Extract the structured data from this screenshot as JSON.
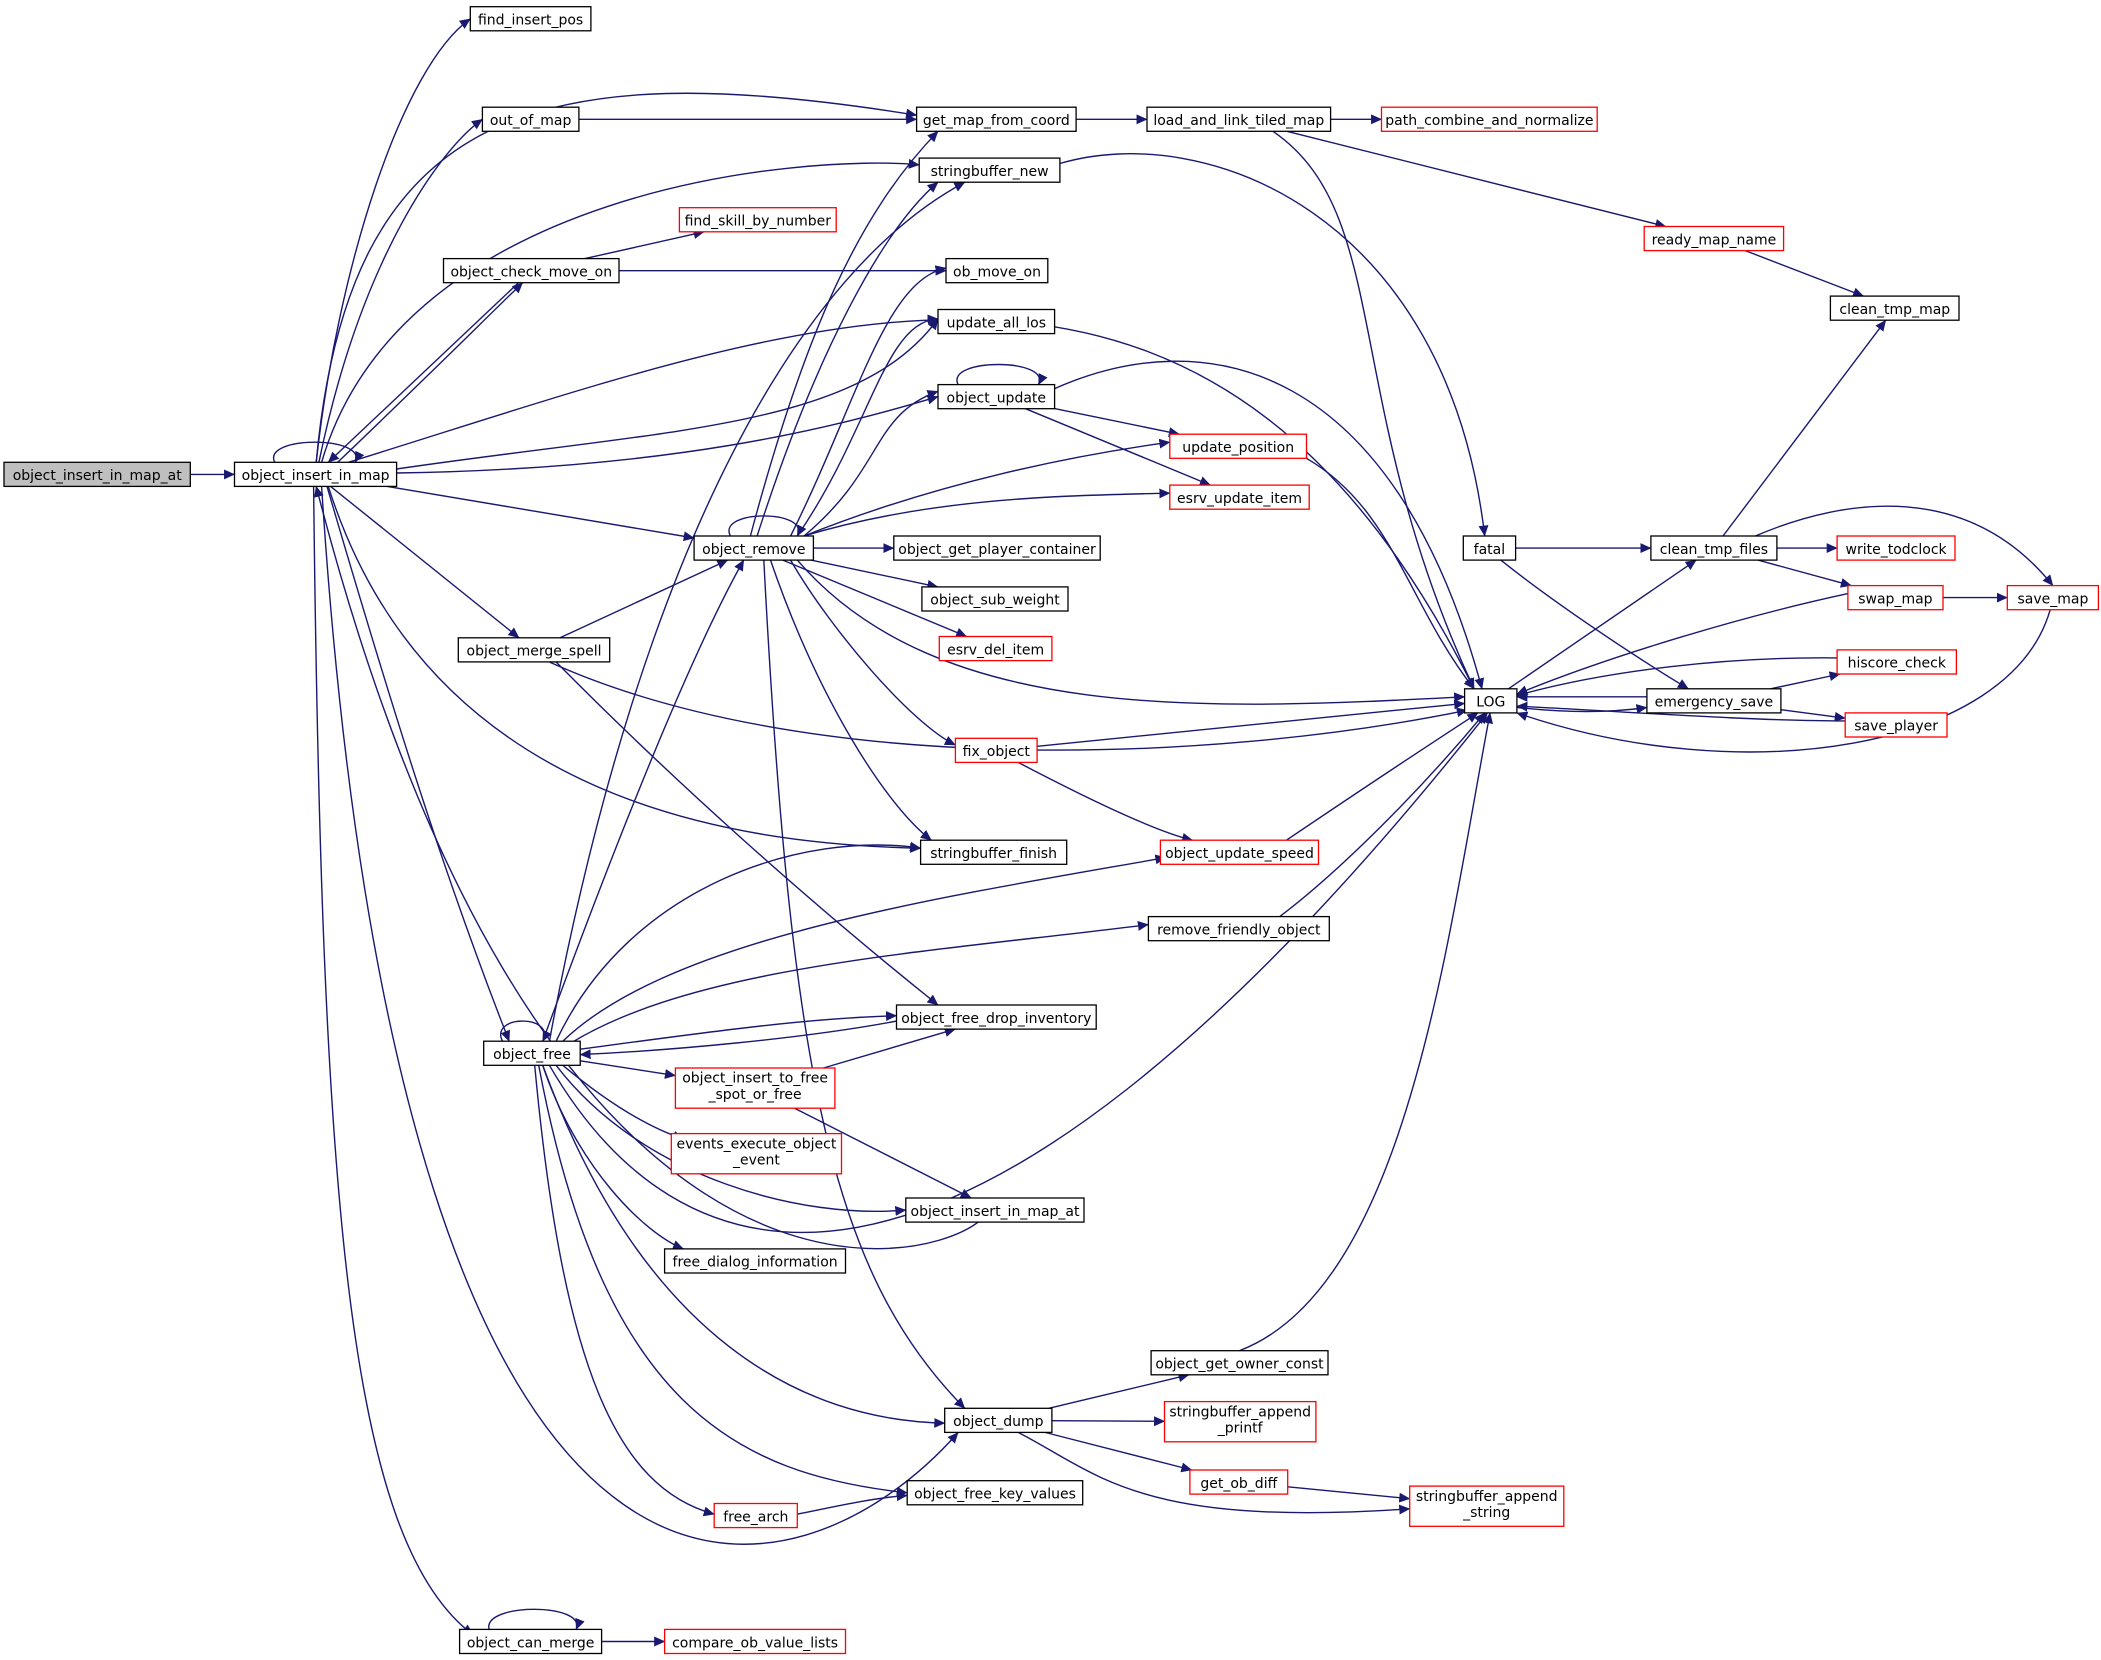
{
  "colors": {
    "edge": "#191970",
    "node_border": "#000000",
    "node_border_external": "#ff0000",
    "root_fill": "#bfbfbf",
    "background": "#ffffff"
  },
  "nodes": {
    "root": [
      "object_insert_in_map_at"
    ],
    "n_insert_in_map": [
      "object_insert_in_map"
    ],
    "n_find_insert_pos": [
      "find_insert_pos"
    ],
    "n_out_of_map": [
      "out_of_map"
    ],
    "n_get_map_from_coord": [
      "get_map_from_coord"
    ],
    "n_load_and_link": [
      "load_and_link_tiled_map"
    ],
    "n_path_combine": [
      "path_combine_and_normalize"
    ],
    "n_stringbuffer_new": [
      "stringbuffer_new"
    ],
    "n_find_skill": [
      "find_skill_by_number"
    ],
    "n_check_move_on": [
      "object_check_move_on"
    ],
    "n_ob_move_on": [
      "ob_move_on"
    ],
    "n_update_all_los": [
      "update_all_los"
    ],
    "n_ready_map_name": [
      "ready_map_name"
    ],
    "n_clean_tmp_map": [
      "clean_tmp_map"
    ],
    "n_object_update": [
      "object_update"
    ],
    "n_update_position": [
      "update_position"
    ],
    "n_esrv_update_item": [
      "esrv_update_item"
    ],
    "n_object_remove": [
      "object_remove"
    ],
    "n_get_player_container": [
      "object_get_player_container"
    ],
    "n_sub_weight": [
      "object_sub_weight"
    ],
    "n_esrv_del_item": [
      "esrv_del_item"
    ],
    "n_fatal": [
      "fatal"
    ],
    "n_clean_tmp_files": [
      "clean_tmp_files"
    ],
    "n_write_todclock": [
      "write_todclock"
    ],
    "n_swap_map": [
      "swap_map"
    ],
    "n_save_map": [
      "save_map"
    ],
    "n_hiscore_check": [
      "hiscore_check"
    ],
    "n_log": [
      "LOG"
    ],
    "n_emergency_save": [
      "emergency_save"
    ],
    "n_save_player": [
      "save_player"
    ],
    "n_merge_spell": [
      "object_merge_spell"
    ],
    "n_fix_object": [
      "fix_object"
    ],
    "n_sb_finish": [
      "stringbuffer_finish"
    ],
    "n_update_speed": [
      "object_update_speed"
    ],
    "n_remove_friendly": [
      "remove_friendly_object"
    ],
    "n_free_drop_inv": [
      "object_free_drop_inventory"
    ],
    "n_object_free": [
      "object_free"
    ],
    "n_insert_to_free": [
      "object_insert_to_free",
      "_spot_or_free"
    ],
    "n_events_execute": [
      "events_execute_object",
      "_event"
    ],
    "n_insert_in_map_at2": [
      "object_insert_in_map_at"
    ],
    "n_free_dialog": [
      "free_dialog_information"
    ],
    "n_get_owner_const": [
      "object_get_owner_const"
    ],
    "n_object_dump": [
      "object_dump"
    ],
    "n_sb_append_printf": [
      "stringbuffer_append",
      "_printf"
    ],
    "n_get_ob_diff": [
      "get_ob_diff"
    ],
    "n_sb_append_string": [
      "stringbuffer_append",
      "_string"
    ],
    "n_free_arch": [
      "free_arch"
    ],
    "n_free_key_values": [
      "object_free_key_values"
    ],
    "n_can_merge": [
      "object_can_merge"
    ],
    "n_compare_ob_value_lists": [
      "compare_ob_value_lists"
    ]
  },
  "edges": [
    [
      "root",
      "n_insert_in_map"
    ],
    [
      "n_insert_in_map",
      "n_insert_in_map"
    ],
    [
      "n_insert_in_map",
      "n_find_insert_pos"
    ],
    [
      "n_insert_in_map",
      "n_get_map_from_coord"
    ],
    [
      "n_insert_in_map",
      "n_out_of_map"
    ],
    [
      "n_insert_in_map",
      "n_stringbuffer_new"
    ],
    [
      "n_insert_in_map",
      "n_check_move_on"
    ],
    [
      "n_insert_in_map",
      "n_log"
    ],
    [
      "n_insert_in_map",
      "n_update_all_los"
    ],
    [
      "n_insert_in_map",
      "n_object_update"
    ],
    [
      "n_insert_in_map",
      "n_object_remove"
    ],
    [
      "n_insert_in_map",
      "n_merge_spell"
    ],
    [
      "n_insert_in_map",
      "n_sb_finish"
    ],
    [
      "n_insert_in_map",
      "n_object_free"
    ],
    [
      "n_insert_in_map",
      "n_object_dump"
    ],
    [
      "n_insert_in_map",
      "n_can_merge"
    ],
    [
      "n_out_of_map",
      "n_get_map_from_coord"
    ],
    [
      "n_get_map_from_coord",
      "n_load_and_link"
    ],
    [
      "n_load_and_link",
      "n_path_combine"
    ],
    [
      "n_load_and_link",
      "n_ready_map_name"
    ],
    [
      "n_load_and_link",
      "n_log"
    ],
    [
      "n_ready_map_name",
      "n_clean_tmp_map"
    ],
    [
      "n_stringbuffer_new",
      "n_fatal"
    ],
    [
      "n_check_move_on",
      "n_find_skill"
    ],
    [
      "n_check_move_on",
      "n_ob_move_on"
    ],
    [
      "n_check_move_on",
      "n_insert_in_map"
    ],
    [
      "n_object_update",
      "n_object_update"
    ],
    [
      "n_object_update",
      "n_update_position"
    ],
    [
      "n_object_update",
      "n_esrv_update_item"
    ],
    [
      "n_object_update",
      "n_log"
    ],
    [
      "n_update_position",
      "n_log"
    ],
    [
      "n_object_remove",
      "n_object_remove"
    ],
    [
      "n_object_remove",
      "n_get_map_from_coord"
    ],
    [
      "n_object_remove",
      "n_stringbuffer_new"
    ],
    [
      "n_object_remove",
      "n_ob_move_on"
    ],
    [
      "n_object_remove",
      "n_update_all_los"
    ],
    [
      "n_object_remove",
      "n_object_update"
    ],
    [
      "n_object_remove",
      "n_update_position"
    ],
    [
      "n_object_remove",
      "n_esrv_update_item"
    ],
    [
      "n_object_remove",
      "n_get_player_container"
    ],
    [
      "n_object_remove",
      "n_sub_weight"
    ],
    [
      "n_object_remove",
      "n_esrv_del_item"
    ],
    [
      "n_object_remove",
      "n_log"
    ],
    [
      "n_object_remove",
      "n_fix_object"
    ],
    [
      "n_object_remove",
      "n_sb_finish"
    ],
    [
      "n_object_remove",
      "n_object_dump"
    ],
    [
      "n_fix_object",
      "n_log"
    ],
    [
      "n_fix_object",
      "n_update_speed"
    ],
    [
      "n_update_speed",
      "n_log"
    ],
    [
      "n_remove_friendly",
      "n_log"
    ],
    [
      "n_fatal",
      "n_clean_tmp_files"
    ],
    [
      "n_fatal",
      "n_emergency_save"
    ],
    [
      "n_clean_tmp_files",
      "n_clean_tmp_map"
    ],
    [
      "n_clean_tmp_files",
      "n_write_todclock"
    ],
    [
      "n_clean_tmp_files",
      "n_swap_map"
    ],
    [
      "n_clean_tmp_files",
      "n_save_map"
    ],
    [
      "n_swap_map",
      "n_save_map"
    ],
    [
      "n_swap_map",
      "n_log"
    ],
    [
      "n_save_map",
      "n_log"
    ],
    [
      "n_log",
      "n_clean_tmp_files"
    ],
    [
      "n_log",
      "n_emergency_save"
    ],
    [
      "n_emergency_save",
      "n_log"
    ],
    [
      "n_emergency_save",
      "n_hiscore_check"
    ],
    [
      "n_emergency_save",
      "n_save_player"
    ],
    [
      "n_hiscore_check",
      "n_log"
    ],
    [
      "n_save_player",
      "n_log"
    ],
    [
      "n_merge_spell",
      "n_object_remove"
    ],
    [
      "n_merge_spell",
      "n_log"
    ],
    [
      "n_merge_spell",
      "n_free_drop_inv"
    ],
    [
      "n_object_free",
      "n_object_free"
    ],
    [
      "n_object_free",
      "n_stringbuffer_new"
    ],
    [
      "n_object_free",
      "n_object_remove"
    ],
    [
      "n_object_free",
      "n_sb_finish"
    ],
    [
      "n_object_free",
      "n_update_speed"
    ],
    [
      "n_object_free",
      "n_remove_friendly"
    ],
    [
      "n_object_free",
      "n_free_drop_inv"
    ],
    [
      "n_object_free",
      "n_insert_to_free"
    ],
    [
      "n_object_free",
      "n_events_execute"
    ],
    [
      "n_object_free",
      "n_insert_in_map_at2"
    ],
    [
      "n_object_free",
      "n_free_dialog"
    ],
    [
      "n_object_free",
      "n_log"
    ],
    [
      "n_object_free",
      "n_object_dump"
    ],
    [
      "n_object_free",
      "n_free_key_values"
    ],
    [
      "n_object_free",
      "n_free_arch"
    ],
    [
      "n_free_drop_inv",
      "n_object_free"
    ],
    [
      "n_insert_to_free",
      "n_free_drop_inv"
    ],
    [
      "n_insert_to_free",
      "n_insert_in_map_at2"
    ],
    [
      "n_insert_in_map_at2",
      "n_insert_in_map"
    ],
    [
      "n_get_owner_const",
      "n_log"
    ],
    [
      "n_object_dump",
      "n_get_owner_const"
    ],
    [
      "n_object_dump",
      "n_sb_append_printf"
    ],
    [
      "n_object_dump",
      "n_get_ob_diff"
    ],
    [
      "n_object_dump",
      "n_sb_append_string"
    ],
    [
      "n_get_ob_diff",
      "n_sb_append_string"
    ],
    [
      "n_free_arch",
      "n_free_key_values"
    ],
    [
      "n_can_merge",
      "n_can_merge"
    ],
    [
      "n_can_merge",
      "n_compare_ob_value_lists"
    ]
  ]
}
